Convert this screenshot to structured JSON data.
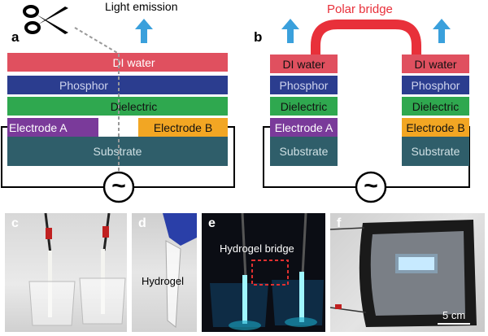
{
  "panel_a": {
    "letter": "a",
    "top_label": "Light emission",
    "icons": [
      "scissors-icon",
      "arrow-up-icon"
    ],
    "layers": {
      "water": "DI water",
      "phosphor": "Phosphor",
      "dielectric": "Dielectric",
      "electrode_a": "Electrode A",
      "electrode_b": "Electrode B",
      "substrate": "Substrate"
    },
    "source_symbol": "~"
  },
  "panel_b": {
    "letter": "b",
    "bridge_label": "Polar bridge",
    "left_stack": [
      "DI water",
      "Phosphor",
      "Dielectric",
      "Electrode A",
      "Substrate"
    ],
    "right_stack": [
      "DI water",
      "Phosphor",
      "Dielectric",
      "Electrode B",
      "Substrate"
    ],
    "source_symbol": "~"
  },
  "photos": {
    "c": {
      "letter": "c"
    },
    "d": {
      "letter": "d",
      "label": "Hydrogel"
    },
    "e": {
      "letter": "e",
      "label": "Hydrogel bridge"
    },
    "f": {
      "letter": "f",
      "scale": "5 cm"
    }
  },
  "colors": {
    "water": "#e0505f",
    "phosphor": "#2b3d8f",
    "dielectric": "#2fa84f",
    "electrode_a": "#7a3a9a",
    "electrode_b": "#f2a623",
    "substrate": "#2f5e6a",
    "arrow": "#3aa0dc",
    "bridge": "#e8303a"
  }
}
